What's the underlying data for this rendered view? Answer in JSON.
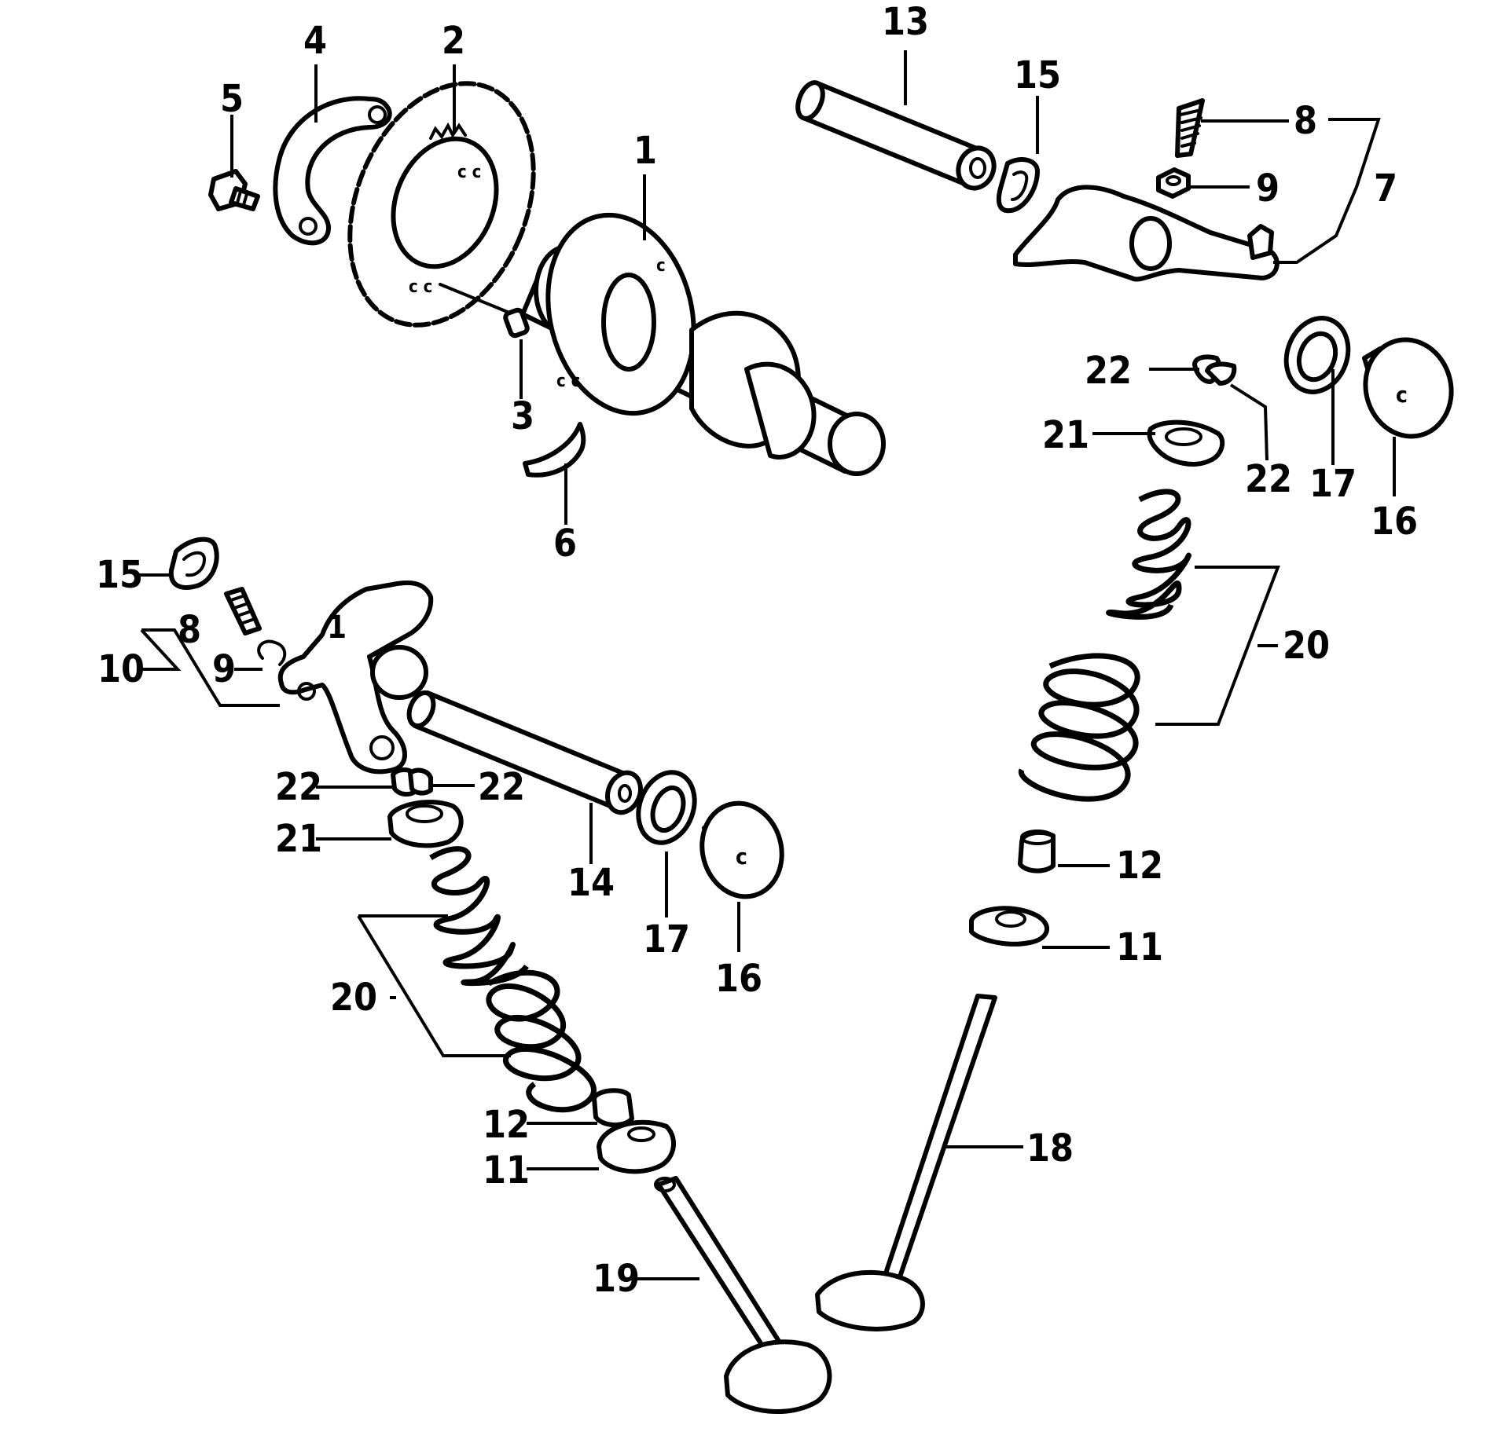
{
  "callouts": [
    {
      "id": "c1",
      "text": "1"
    },
    {
      "id": "c2",
      "text": "2"
    },
    {
      "id": "c3",
      "text": "3"
    },
    {
      "id": "c4",
      "text": "4"
    },
    {
      "id": "c5",
      "text": "5"
    },
    {
      "id": "c6",
      "text": "6"
    },
    {
      "id": "c7",
      "text": "7"
    },
    {
      "id": "c8a",
      "text": "8"
    },
    {
      "id": "c8b",
      "text": "8"
    },
    {
      "id": "c9a",
      "text": "9"
    },
    {
      "id": "c9b",
      "text": "9"
    },
    {
      "id": "c10",
      "text": "10"
    },
    {
      "id": "c11a",
      "text": "11"
    },
    {
      "id": "c11b",
      "text": "11"
    },
    {
      "id": "c12a",
      "text": "12"
    },
    {
      "id": "c12b",
      "text": "12"
    },
    {
      "id": "c13",
      "text": "13"
    },
    {
      "id": "c14",
      "text": "14"
    },
    {
      "id": "c15a",
      "text": "15"
    },
    {
      "id": "c15b",
      "text": "15"
    },
    {
      "id": "c16a",
      "text": "16"
    },
    {
      "id": "c16b",
      "text": "16"
    },
    {
      "id": "c17a",
      "text": "17"
    },
    {
      "id": "c17b",
      "text": "17"
    },
    {
      "id": "c18",
      "text": "18"
    },
    {
      "id": "c19",
      "text": "19"
    },
    {
      "id": "c20a",
      "text": "20"
    },
    {
      "id": "c20b",
      "text": "20"
    },
    {
      "id": "c21a",
      "text": "21"
    },
    {
      "id": "c21b",
      "text": "21"
    },
    {
      "id": "c22a",
      "text": "22"
    },
    {
      "id": "c22b",
      "text": "22"
    },
    {
      "id": "c22c",
      "text": "22"
    },
    {
      "id": "c22d",
      "text": "22"
    }
  ],
  "rocker_arm_mark": "1"
}
